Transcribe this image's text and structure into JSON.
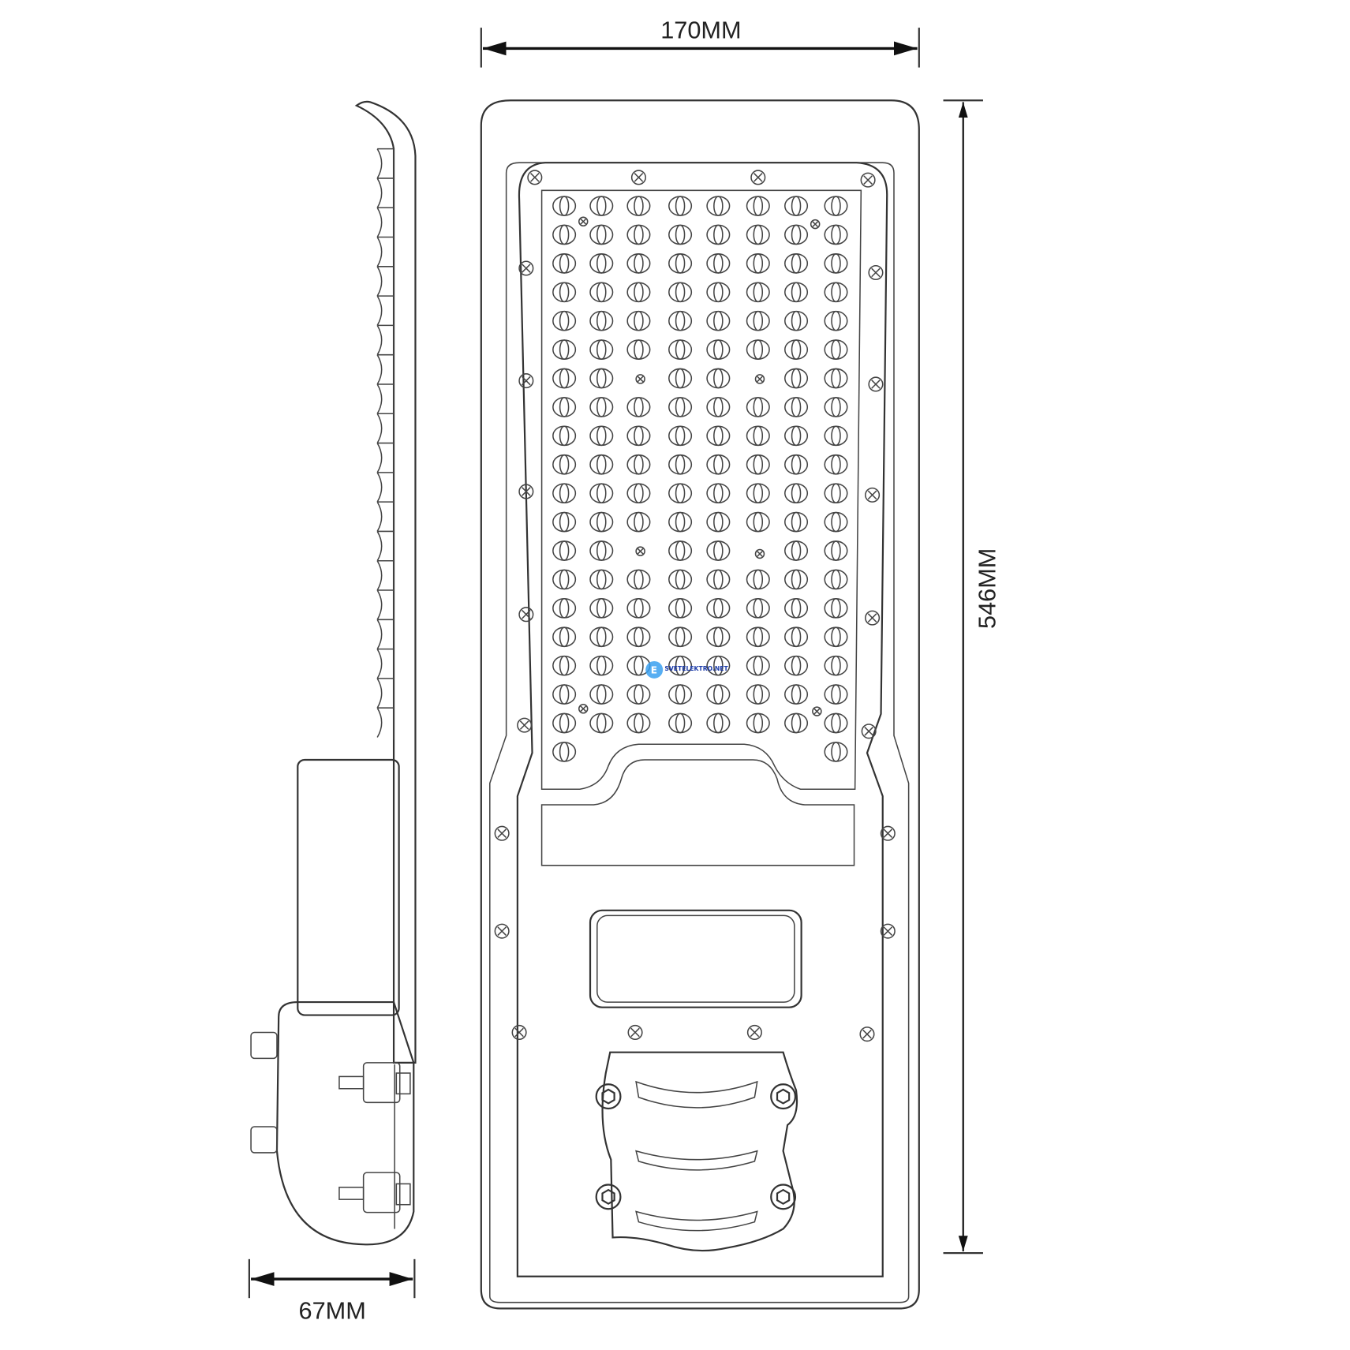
{
  "dimensions": {
    "width_label": "170MM",
    "height_label": "546MM",
    "depth_label": "67MM"
  },
  "watermark": {
    "text": "SVETELEKTRO.NET",
    "color": "#3aa0f0"
  },
  "led_grid": {
    "columns": 8,
    "rows": 19,
    "extra_bottom_row_columns": [
      0,
      7
    ]
  },
  "line_color": "#333333"
}
